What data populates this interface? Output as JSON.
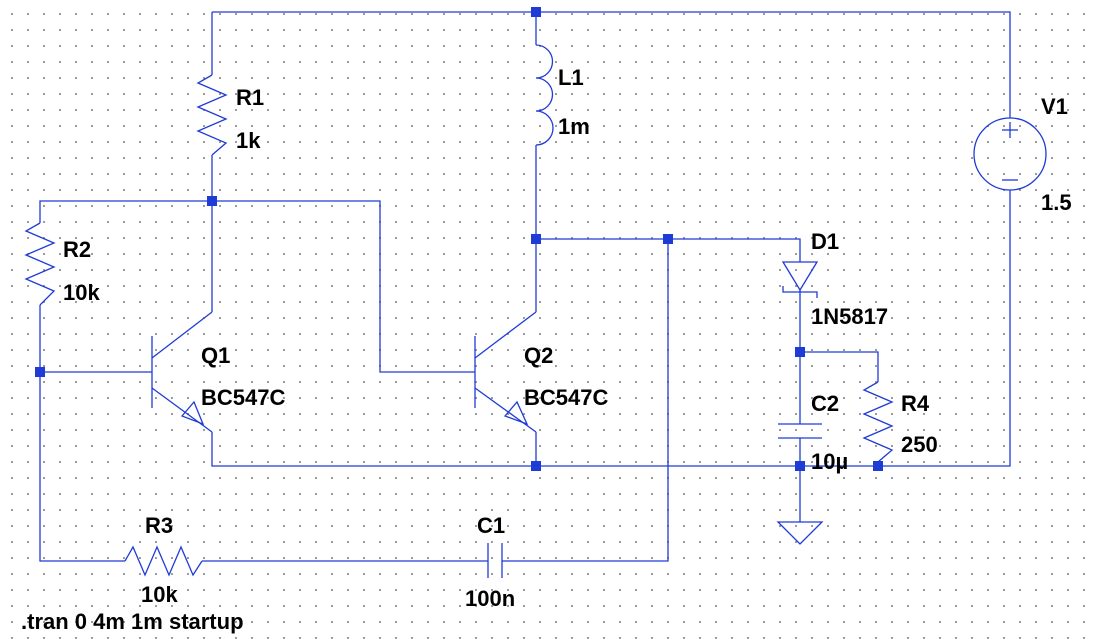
{
  "components": {
    "r1": {
      "ref": "R1",
      "value": "1k"
    },
    "r2": {
      "ref": "R2",
      "value": "10k"
    },
    "r3": {
      "ref": "R3",
      "value": "10k"
    },
    "r4": {
      "ref": "R4",
      "value": "250"
    },
    "l1": {
      "ref": "L1",
      "value": "1m"
    },
    "q1": {
      "ref": "Q1",
      "value": "BC547C"
    },
    "q2": {
      "ref": "Q2",
      "value": "BC547C"
    },
    "d1": {
      "ref": "D1",
      "value": "1N5817"
    },
    "c1": {
      "ref": "C1",
      "value": "100n"
    },
    "c2": {
      "ref": "C2",
      "value": "10µ"
    },
    "v1": {
      "ref": "V1",
      "value": "1.5"
    }
  },
  "directive": ".tran 0 4m 1m startup",
  "colors": {
    "wire": "#1f3bd6",
    "text": "#000000",
    "grid-dot": "#8c8c8c",
    "background": "#ffffff"
  }
}
